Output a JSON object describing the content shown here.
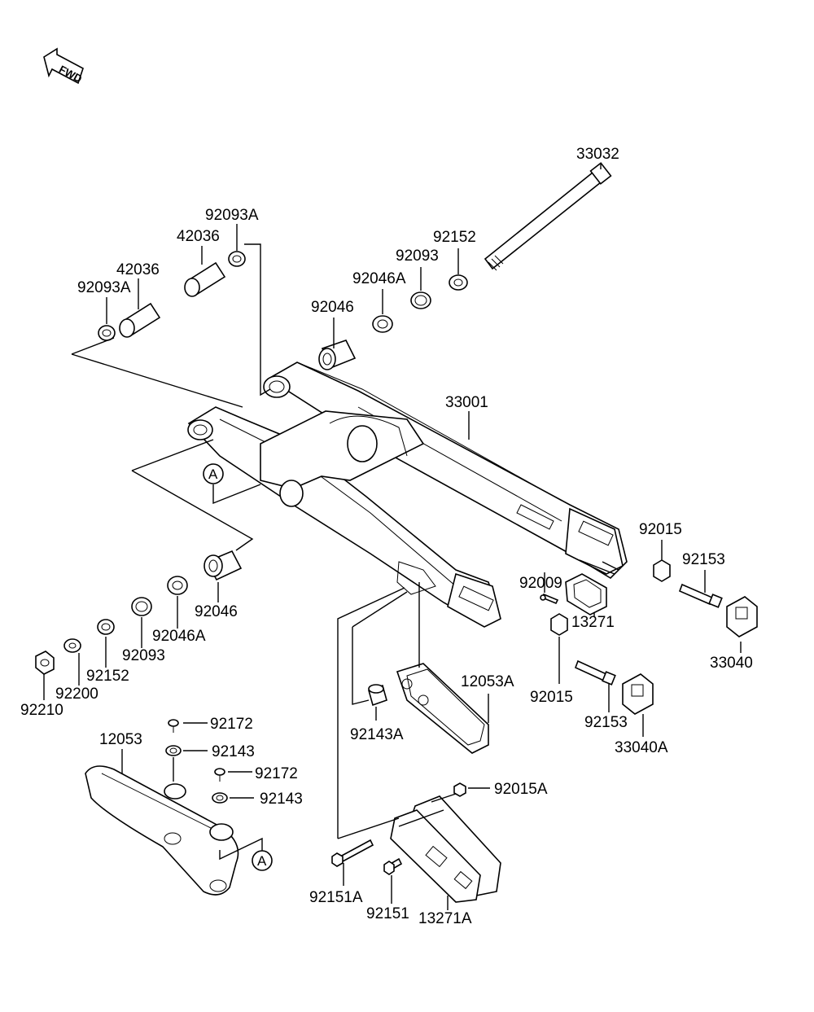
{
  "fwd_label": "FWD",
  "callout_letter": "A",
  "labels": {
    "p33032": "33032",
    "p92093A_top": "92093A",
    "p42036_top": "42036",
    "p42036_left": "42036",
    "p92093A_left": "92093A",
    "p92152_top": "92152",
    "p92093_top": "92093",
    "p92046A_top": "92046A",
    "p92046_top": "92046",
    "p33001": "33001",
    "p92015_right": "92015",
    "p92153_right": "92153",
    "p92009": "92009",
    "p13271": "13271",
    "p33040": "33040",
    "p92046_bottom": "92046",
    "p92046A_bottom": "92046A",
    "p92093_bottom": "92093",
    "p92152_bottom": "92152",
    "p92200": "92200",
    "p92210": "92210",
    "p12053A": "12053A",
    "p92015_mid": "92015",
    "p92153_mid": "92153",
    "p33040A": "33040A",
    "p92143A": "92143A",
    "p92172_a": "92172",
    "p12053": "12053",
    "p92143_a": "92143",
    "p92172_b": "92172",
    "p92143_b": "92143",
    "p92015A": "92015A",
    "p92151A": "92151A",
    "p92151": "92151",
    "p13271A": "13271A"
  }
}
